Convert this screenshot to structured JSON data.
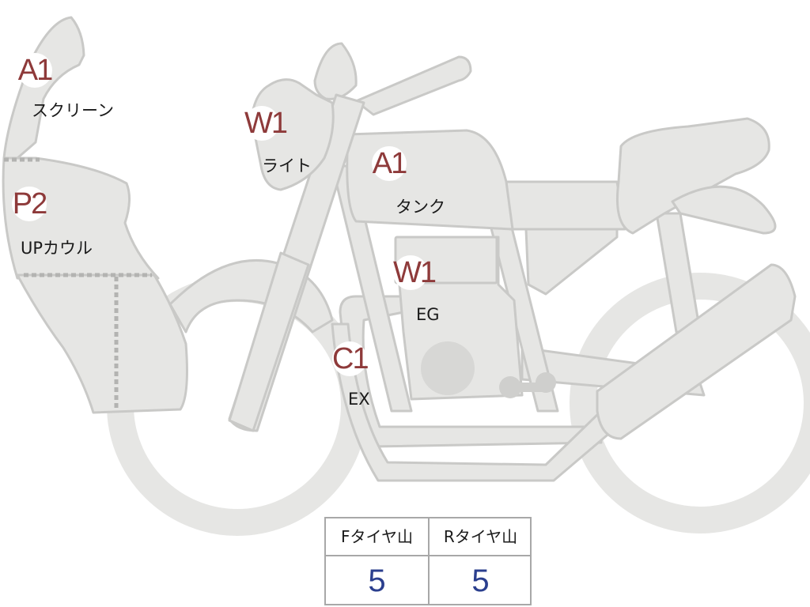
{
  "parts": [
    {
      "id": "screen",
      "grade": "A1",
      "label": "スクリーン"
    },
    {
      "id": "light",
      "grade": "W1",
      "label": "ライト"
    },
    {
      "id": "tank",
      "grade": "A1",
      "label": "タンク"
    },
    {
      "id": "upper-cowl",
      "grade": "P2",
      "label": "UPカウル"
    },
    {
      "id": "engine",
      "grade": "W1",
      "label": "EG"
    },
    {
      "id": "exhaust",
      "grade": "C1",
      "label": "EX"
    }
  ],
  "tire_table": {
    "front_header": "Fタイヤ山",
    "rear_header": "Rタイヤ山",
    "front_value": "5",
    "rear_value": "5"
  },
  "colors": {
    "body_fill": "#e6e6e4",
    "body_stroke": "#c9c9c7",
    "grade_text": "#8e3a3a",
    "value_text": "#2b3f8e"
  }
}
